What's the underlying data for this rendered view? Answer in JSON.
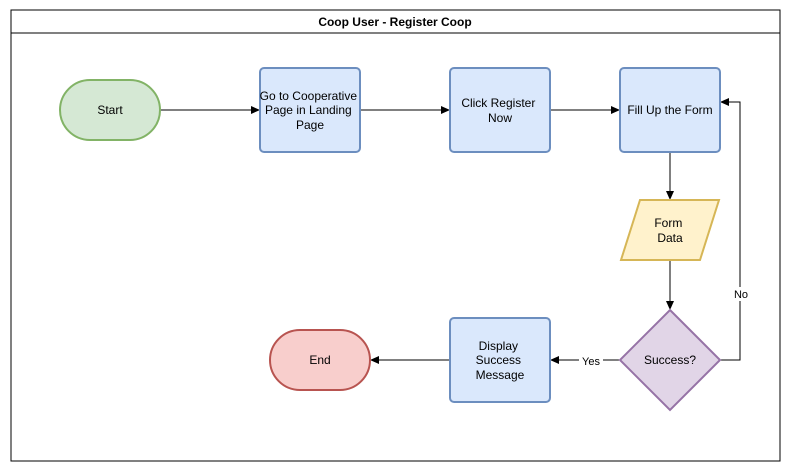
{
  "title": "Coop User - Register Coop",
  "nodes": {
    "start": {
      "lines": [
        "Start"
      ]
    },
    "goto_coop": {
      "lines": [
        "Go to Cooperative",
        "Page in Landing",
        "Page"
      ]
    },
    "click_register": {
      "lines": [
        "Click Register",
        "Now"
      ]
    },
    "fill_form": {
      "lines": [
        "Fill Up the Form"
      ]
    },
    "form_data": {
      "lines": [
        "Form",
        "Data"
      ]
    },
    "success": {
      "lines": [
        "Success?"
      ]
    },
    "display_success": {
      "lines": [
        "Display",
        "Success",
        "Message"
      ]
    },
    "end": {
      "lines": [
        "End"
      ]
    }
  },
  "edges": {
    "yes_label": "Yes",
    "no_label": "No"
  },
  "colors": {
    "terminal_start_fill": "#d5e8d4",
    "terminal_start_stroke": "#82b366",
    "process_fill": "#dae8fc",
    "process_stroke": "#6c8ebf",
    "data_fill": "#fff2cc",
    "data_stroke": "#d6b656",
    "decision_fill": "#e1d5e7",
    "decision_stroke": "#9673a6",
    "terminal_end_fill": "#f8cecc",
    "terminal_end_stroke": "#b85450"
  }
}
